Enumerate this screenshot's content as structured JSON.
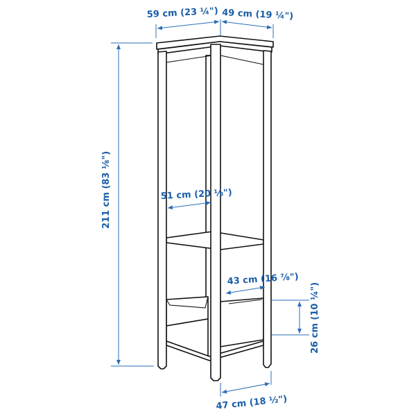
{
  "diagram": {
    "title": "Wardrobe dimensions",
    "accent_color": "#1a5ea8",
    "dimensions": {
      "width_top": "59 cm (23 ¼\")",
      "depth_top": "49 cm (19 ¼\")",
      "height": "211 cm (83 ⅛\")",
      "inner_width": "51 cm (20 ⅛\")",
      "inner_depth": "43 cm (16 ⅞\")",
      "drawer_height": "26 cm (10 ¼\")",
      "base_depth": "47 cm (18 ½\")"
    }
  }
}
